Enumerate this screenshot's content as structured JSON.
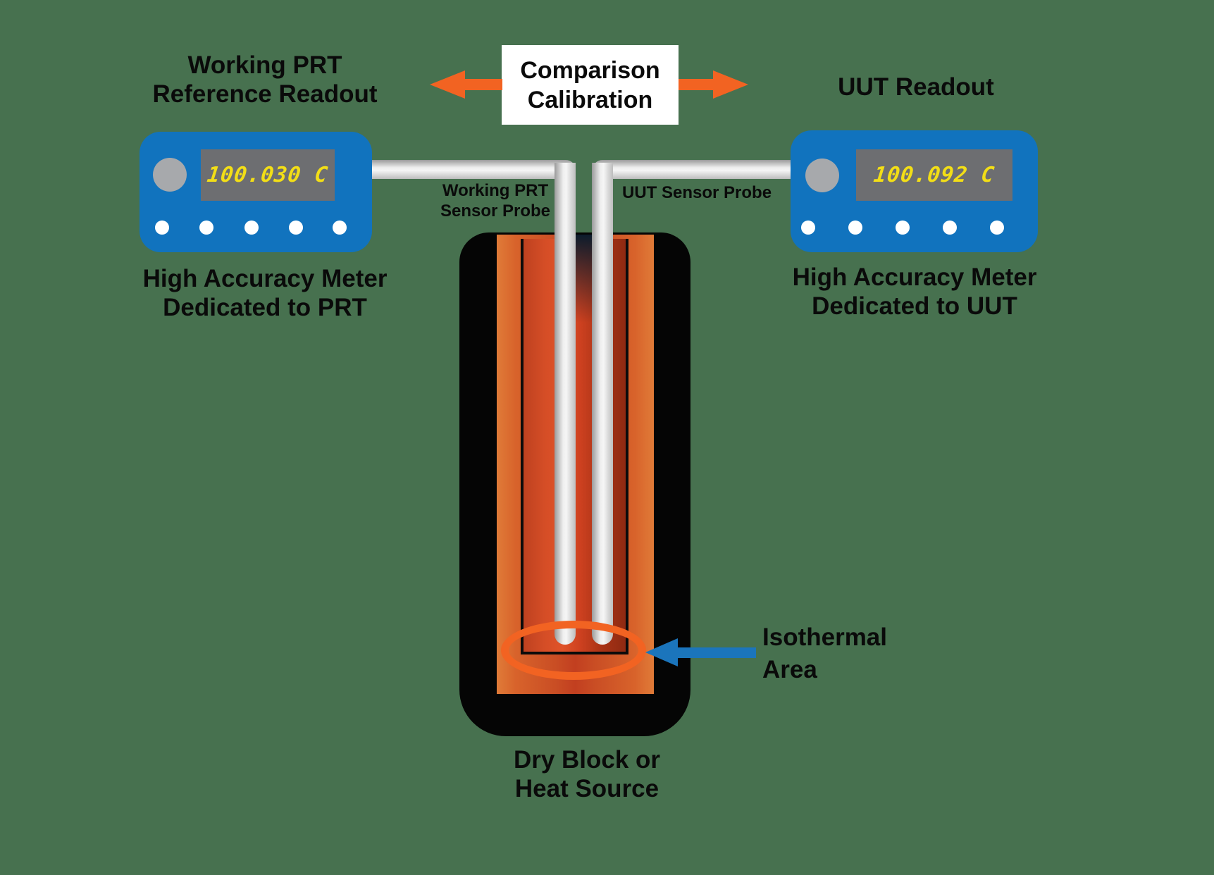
{
  "title_labels": {
    "working_prt_readout": {
      "line1": "Working PRT",
      "line2": "Reference Readout"
    },
    "comparison_box": {
      "line1": "Comparison",
      "line2": "Calibration"
    },
    "uut_readout": "UUT Readout"
  },
  "meters": {
    "left": {
      "display_value": "100.030 C",
      "caption_line1": "High Accuracy Meter",
      "caption_line2": "Dedicated to PRT"
    },
    "right": {
      "display_value": "100.092 C",
      "caption_line1": "High Accuracy Meter",
      "caption_line2": "Dedicated to UUT"
    }
  },
  "probe_labels": {
    "working_prt_line1": "Working PRT",
    "working_prt_line2": "Sensor Probe",
    "uut": "UUT Sensor Probe"
  },
  "annotations": {
    "isothermal_line1": "Isothermal",
    "isothermal_line2": "Area",
    "dry_block_line1": "Dry Block or",
    "dry_block_line2": "Heat Source"
  },
  "colors": {
    "background": "#47714F",
    "meter_blue": "#1173BE",
    "display_gray": "#6D6E71",
    "digit_yellow": "#F2DE17",
    "button_gray": "#A7A9AC",
    "arrow_orange": "#F26322",
    "arrow_blue": "#1B75BC",
    "block_black": "#050505",
    "block_orange": "#D8632B",
    "well_red": "#C63A1D",
    "probe_silver": "#EEEEEE"
  }
}
